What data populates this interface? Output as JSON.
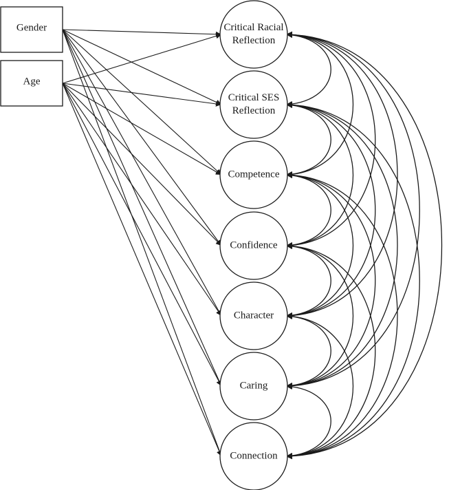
{
  "predictors": [
    {
      "id": "gender",
      "label": "Gender"
    },
    {
      "id": "age",
      "label": "Age"
    }
  ],
  "outcomes": [
    {
      "id": "critical-racial-reflection",
      "lines": [
        "Critical Racial",
        "Reflection"
      ]
    },
    {
      "id": "critical-ses-reflection",
      "lines": [
        "Critical SES",
        "Reflection"
      ]
    },
    {
      "id": "competence",
      "lines": [
        "Competence"
      ]
    },
    {
      "id": "confidence",
      "lines": [
        "Confidence"
      ]
    },
    {
      "id": "character",
      "lines": [
        "Character"
      ]
    },
    {
      "id": "caring",
      "lines": [
        "Caring"
      ]
    },
    {
      "id": "connection",
      "lines": [
        "Connection"
      ]
    }
  ],
  "paths": "all predictors to all outcomes",
  "covariances": "all pairs of outcomes"
}
